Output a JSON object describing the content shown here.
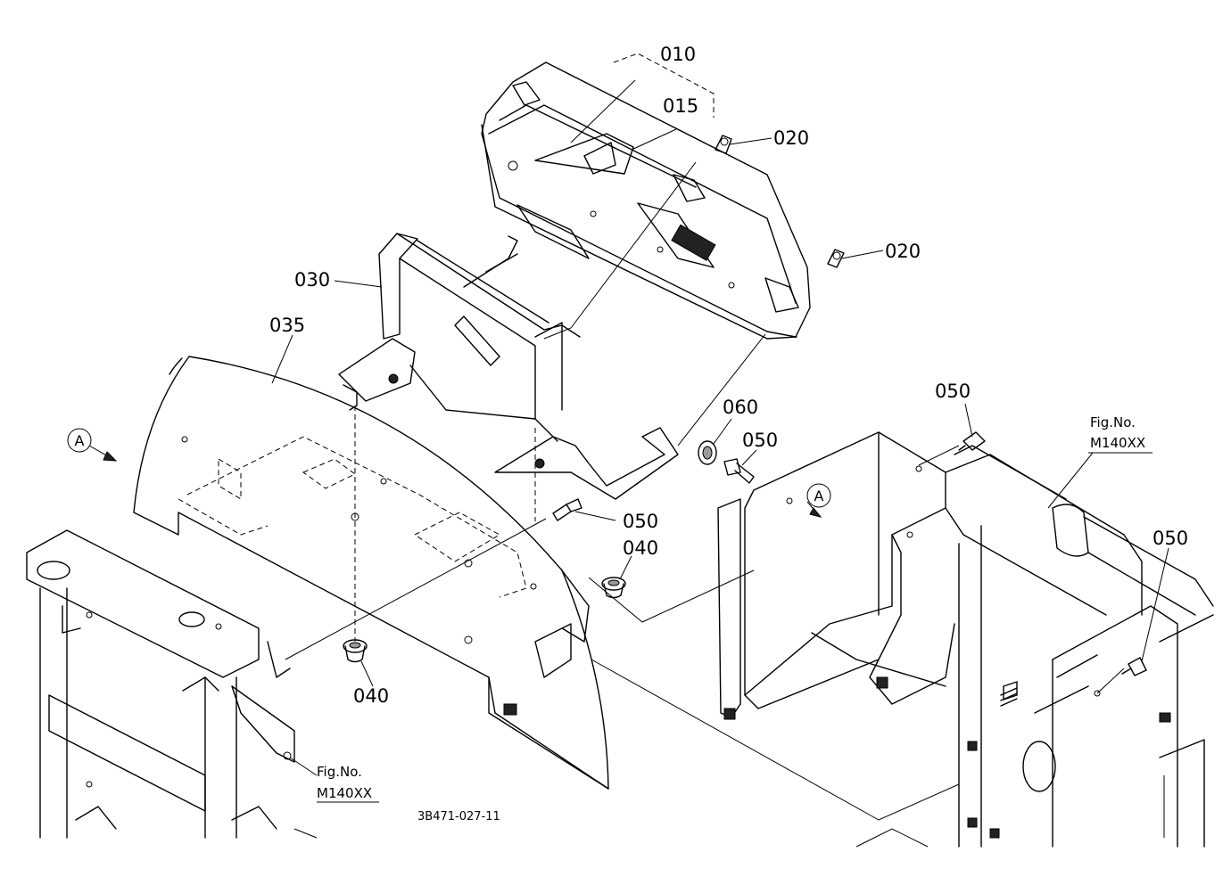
{
  "parts": {
    "p010": "010",
    "p015": "015",
    "p020a": "020",
    "p020b": "020",
    "p030": "030",
    "p035": "035",
    "p040a": "040",
    "p040b": "040",
    "p050a": "050",
    "p050b": "050",
    "p050c": "050",
    "p050d": "050",
    "p060": "060"
  },
  "refs": {
    "view_a_left": "A",
    "view_a_right": "A",
    "fig_no_right_title": "Fig.No.",
    "fig_no_right_code": "M140XX",
    "fig_no_left_title": "Fig.No.",
    "fig_no_left_code": "M140XX"
  },
  "drawing_number": "3B471-027-11"
}
